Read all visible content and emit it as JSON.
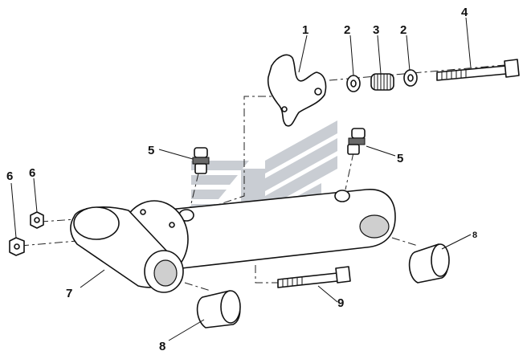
{
  "callouts": {
    "c1": "1",
    "c2a": "2",
    "c3": "3",
    "c2b": "2",
    "c4": "4",
    "c5a": "5",
    "c5b": "5",
    "c6a": "6",
    "c6b": "6",
    "c7": "7",
    "c8a": "8",
    "c8b": "8",
    "c9": "9"
  },
  "colors": {
    "line": "#111111",
    "watermark": "#c9cdd3",
    "shade": "#cfcfcf"
  }
}
